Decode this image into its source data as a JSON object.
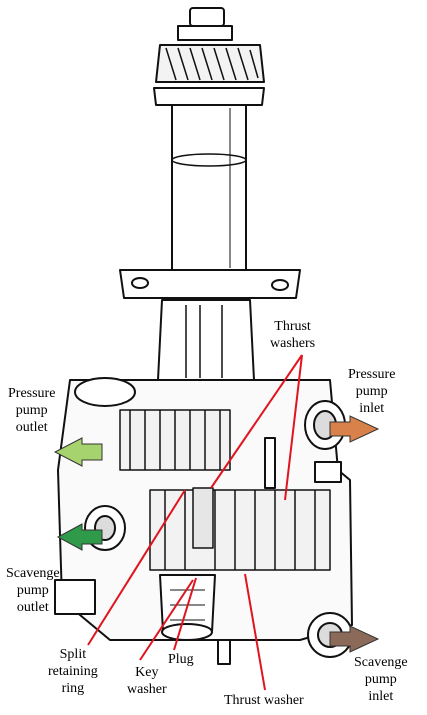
{
  "labels": {
    "thrust_washers": [
      "Thrust",
      "washers"
    ],
    "pressure_pump_inlet": [
      "Pressure",
      "pump",
      "inlet"
    ],
    "pressure_pump_outlet": [
      "Pressure",
      "pump",
      "outlet"
    ],
    "scavenge_pump_outlet": [
      "Scavenge",
      "pump",
      "outlet"
    ],
    "split_retaining_ring": [
      "Split",
      "retaining",
      "ring"
    ],
    "key_washer": [
      "Key",
      "washer"
    ],
    "plug": "Plug",
    "thrust_washer": "Thrust washer",
    "scavenge_pump_inlet": [
      "Scavenge",
      "pump",
      "inlet"
    ]
  },
  "colors": {
    "leader_line": "#e0141e",
    "pressure_inlet_arrow": "#d9814a",
    "pressure_outlet_arrow": "#a7d36e",
    "scavenge_outlet_arrow": "#2f9a4a",
    "scavenge_inlet_arrow": "#8b6a5a"
  }
}
